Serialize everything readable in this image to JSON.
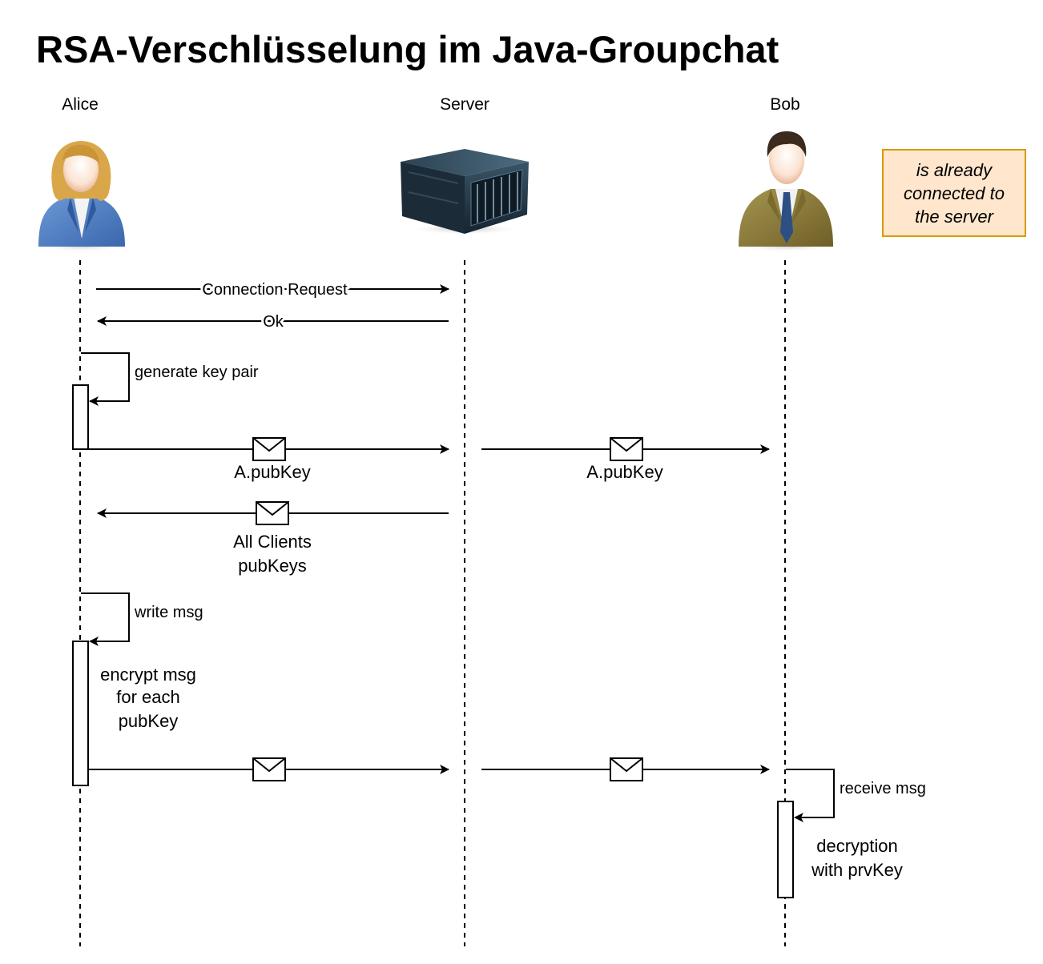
{
  "title": "RSA-Verschlüsselung im Java-Groupchat",
  "actors": {
    "alice": "Alice",
    "server": "Server",
    "bob": "Bob"
  },
  "note": "is already connected to the server",
  "messages": {
    "connection_request": "Connection Request",
    "ok": "Ok",
    "generate_key_pair": "generate key pair",
    "a_pubkey_to_server": "A.pubKey",
    "a_pubkey_to_bob": "A.pubKey",
    "all_clients_pubkeys_line1": "All Clients",
    "all_clients_pubkeys_line2": "pubKeys",
    "write_msg": "write msg",
    "encrypt_line1": "encrypt msg",
    "encrypt_line2": "for each",
    "encrypt_line3": "pubKey",
    "receive_msg": "receive msg",
    "decryption_line1": "decryption",
    "decryption_line2": "with prvKey"
  },
  "icons": {
    "alice": "businesswoman-avatar-icon",
    "server": "server-rack-icon",
    "bob": "businessman-avatar-icon",
    "envelope": "envelope-icon"
  },
  "colors": {
    "note_fill": "#ffe6cc",
    "note_border": "#d79b00",
    "alice_jacket": "#4f7fc4",
    "bob_jacket": "#8c7a3c",
    "server_body": "#1f3140"
  }
}
